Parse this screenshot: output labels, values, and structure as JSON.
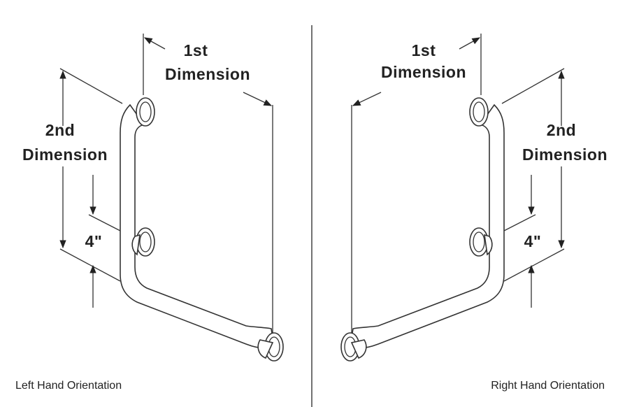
{
  "left": {
    "first_dimension": [
      "1st",
      "Dimension"
    ],
    "second_dimension": [
      "2nd",
      "Dimension"
    ],
    "offset": "4\"",
    "caption": "Left Hand Orientation"
  },
  "right": {
    "first_dimension": [
      "1st",
      "Dimension"
    ],
    "second_dimension": [
      "2nd",
      "Dimension"
    ],
    "offset": "4\"",
    "caption": "Right Hand Orientation"
  }
}
